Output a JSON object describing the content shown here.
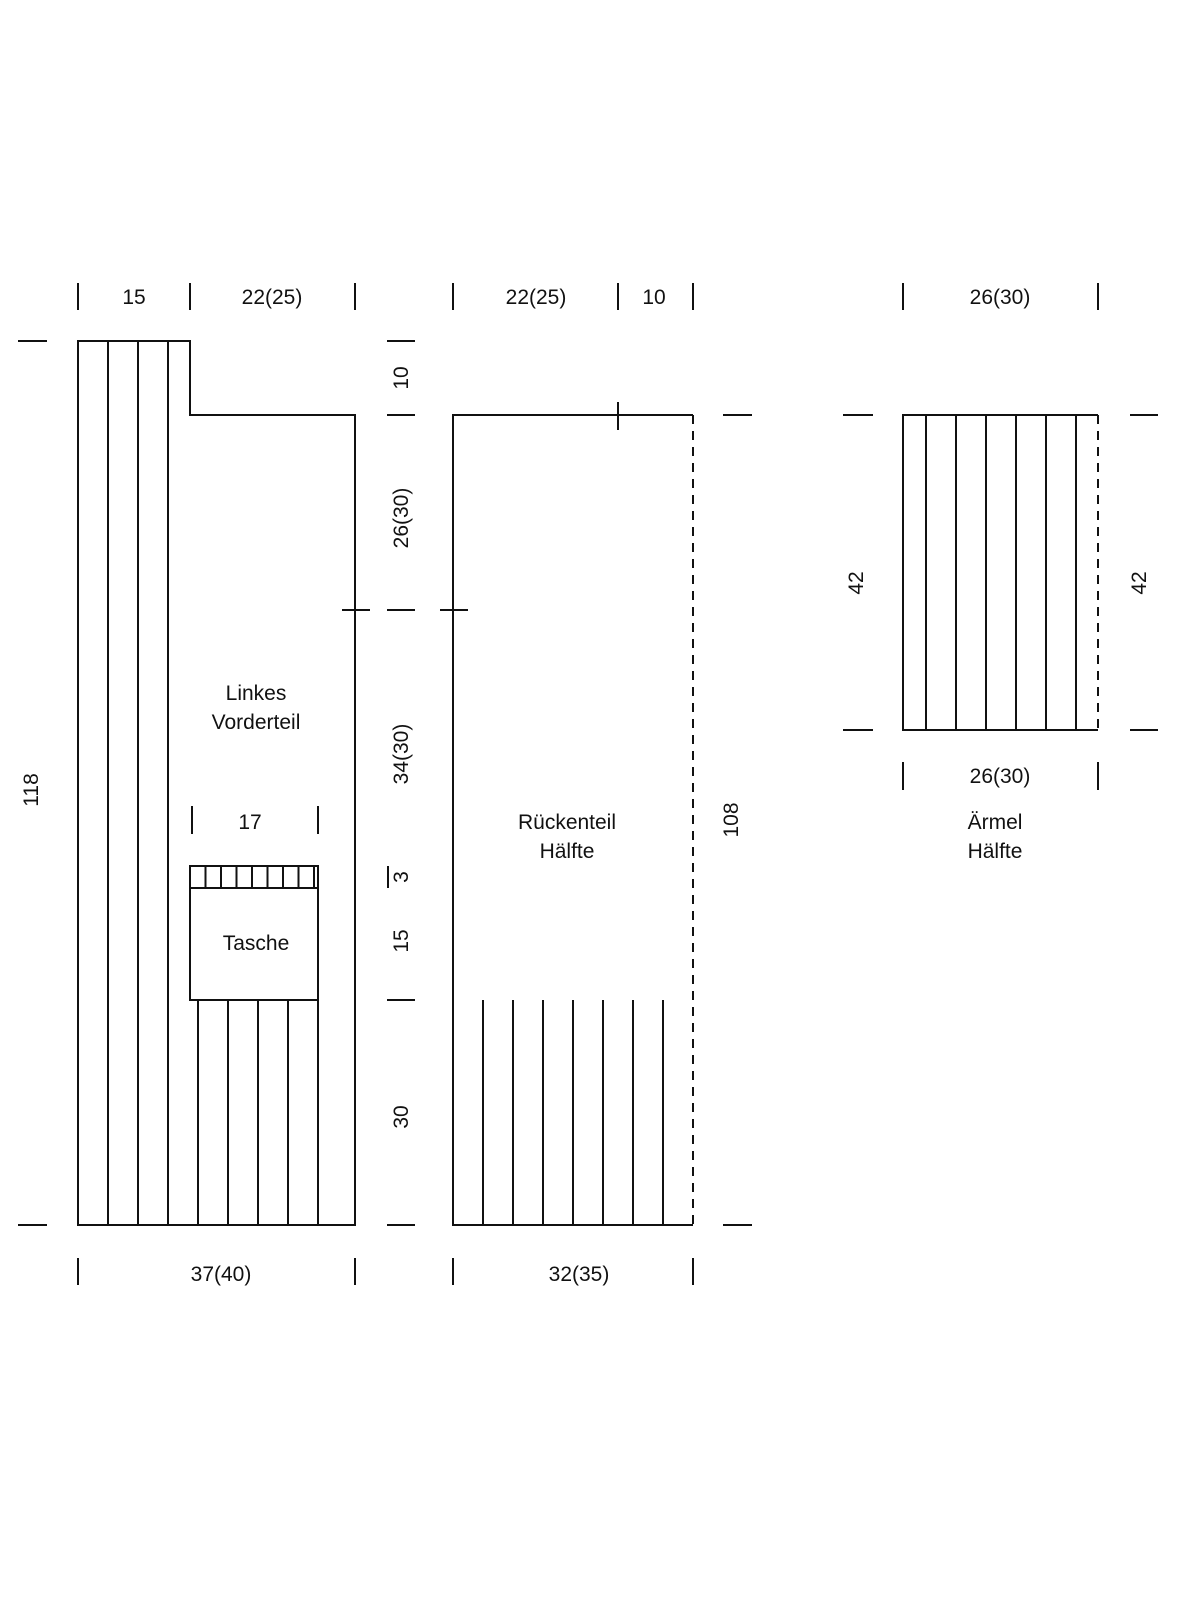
{
  "front": {
    "label_line1": "Linkes",
    "label_line2": "Vorderteil",
    "width_band": "15",
    "width_shoulder": "22(25)",
    "width_bottom": "37(40)",
    "height_total": "118",
    "height_collar": "10",
    "height_armhole": "26(30)",
    "height_mid": "34(30)",
    "height_pocket_rib": "3",
    "height_pocket": "15",
    "height_rib": "30",
    "pocket": {
      "label": "Tasche",
      "width": "17"
    }
  },
  "back": {
    "label_line1": "Rückenteil",
    "label_line2": "Hälfte",
    "width_shoulder": "22(25)",
    "width_neck": "10",
    "width_bottom": "32(35)",
    "height_total": "108"
  },
  "sleeve": {
    "label_line1": "Ärmel",
    "label_line2": "Hälfte",
    "width_top": "26(30)",
    "width_bottom": "26(30)",
    "height_left": "42",
    "height_right": "42"
  }
}
